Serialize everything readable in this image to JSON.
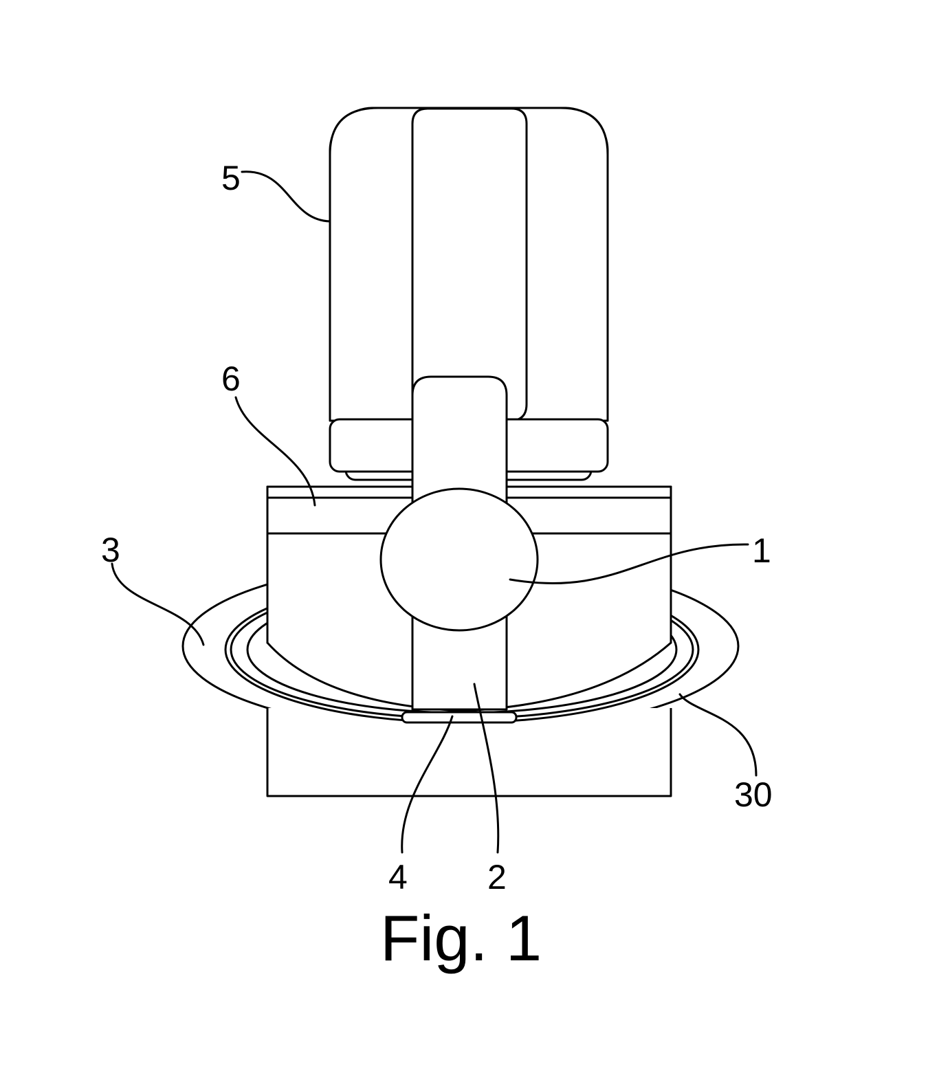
{
  "figure": {
    "caption": "Fig. 1",
    "reference_numerals": {
      "n1": "1",
      "n2": "2",
      "n3": "3",
      "n4": "4",
      "n5": "5",
      "n6": "6",
      "n30": "30"
    }
  }
}
